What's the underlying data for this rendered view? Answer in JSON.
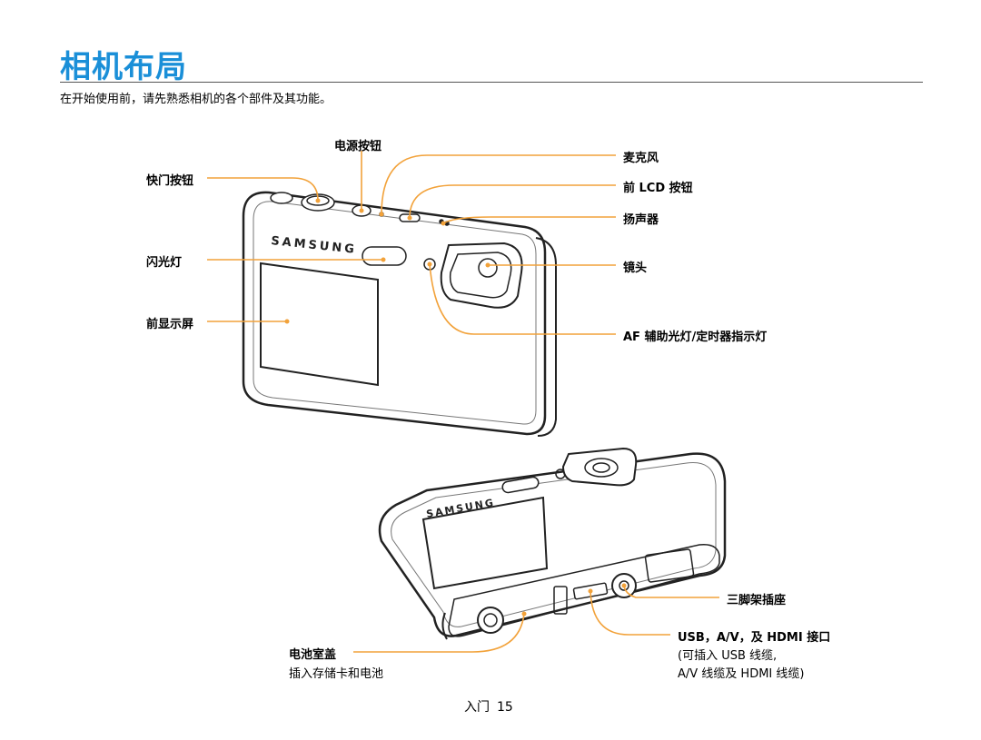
{
  "page": {
    "title": "相机布局",
    "intro": "在开始使用前，请先熟悉相机的各个部件及其功能。"
  },
  "camera": {
    "brand": "SAMSUNG"
  },
  "labels": {
    "power_button": "电源按钮",
    "shutter_button": "快门按钮",
    "flash": "闪光灯",
    "front_display": "前显示屏",
    "microphone": "麦克风",
    "front_lcd_button": "前 LCD 按钮",
    "speaker": "扬声器",
    "lens": "镜头",
    "af_assist": "AF 辅助光灯/定时器指示灯",
    "tripod_mount": "三脚架插座",
    "usb_port": "USB，A/V，及 HDMI 接口",
    "usb_port_note_1": "(可插入 USB 线缆,",
    "usb_port_note_2": "A/V 线缆及 HDMI 线缆)",
    "battery_cover": "电池室盖",
    "battery_cover_note": "插入存储卡和电池"
  },
  "footer": {
    "section": "入门",
    "page_number": "15"
  },
  "colors": {
    "title_blue": "#1a8fd8",
    "leader_orange": "#f2a23a"
  }
}
